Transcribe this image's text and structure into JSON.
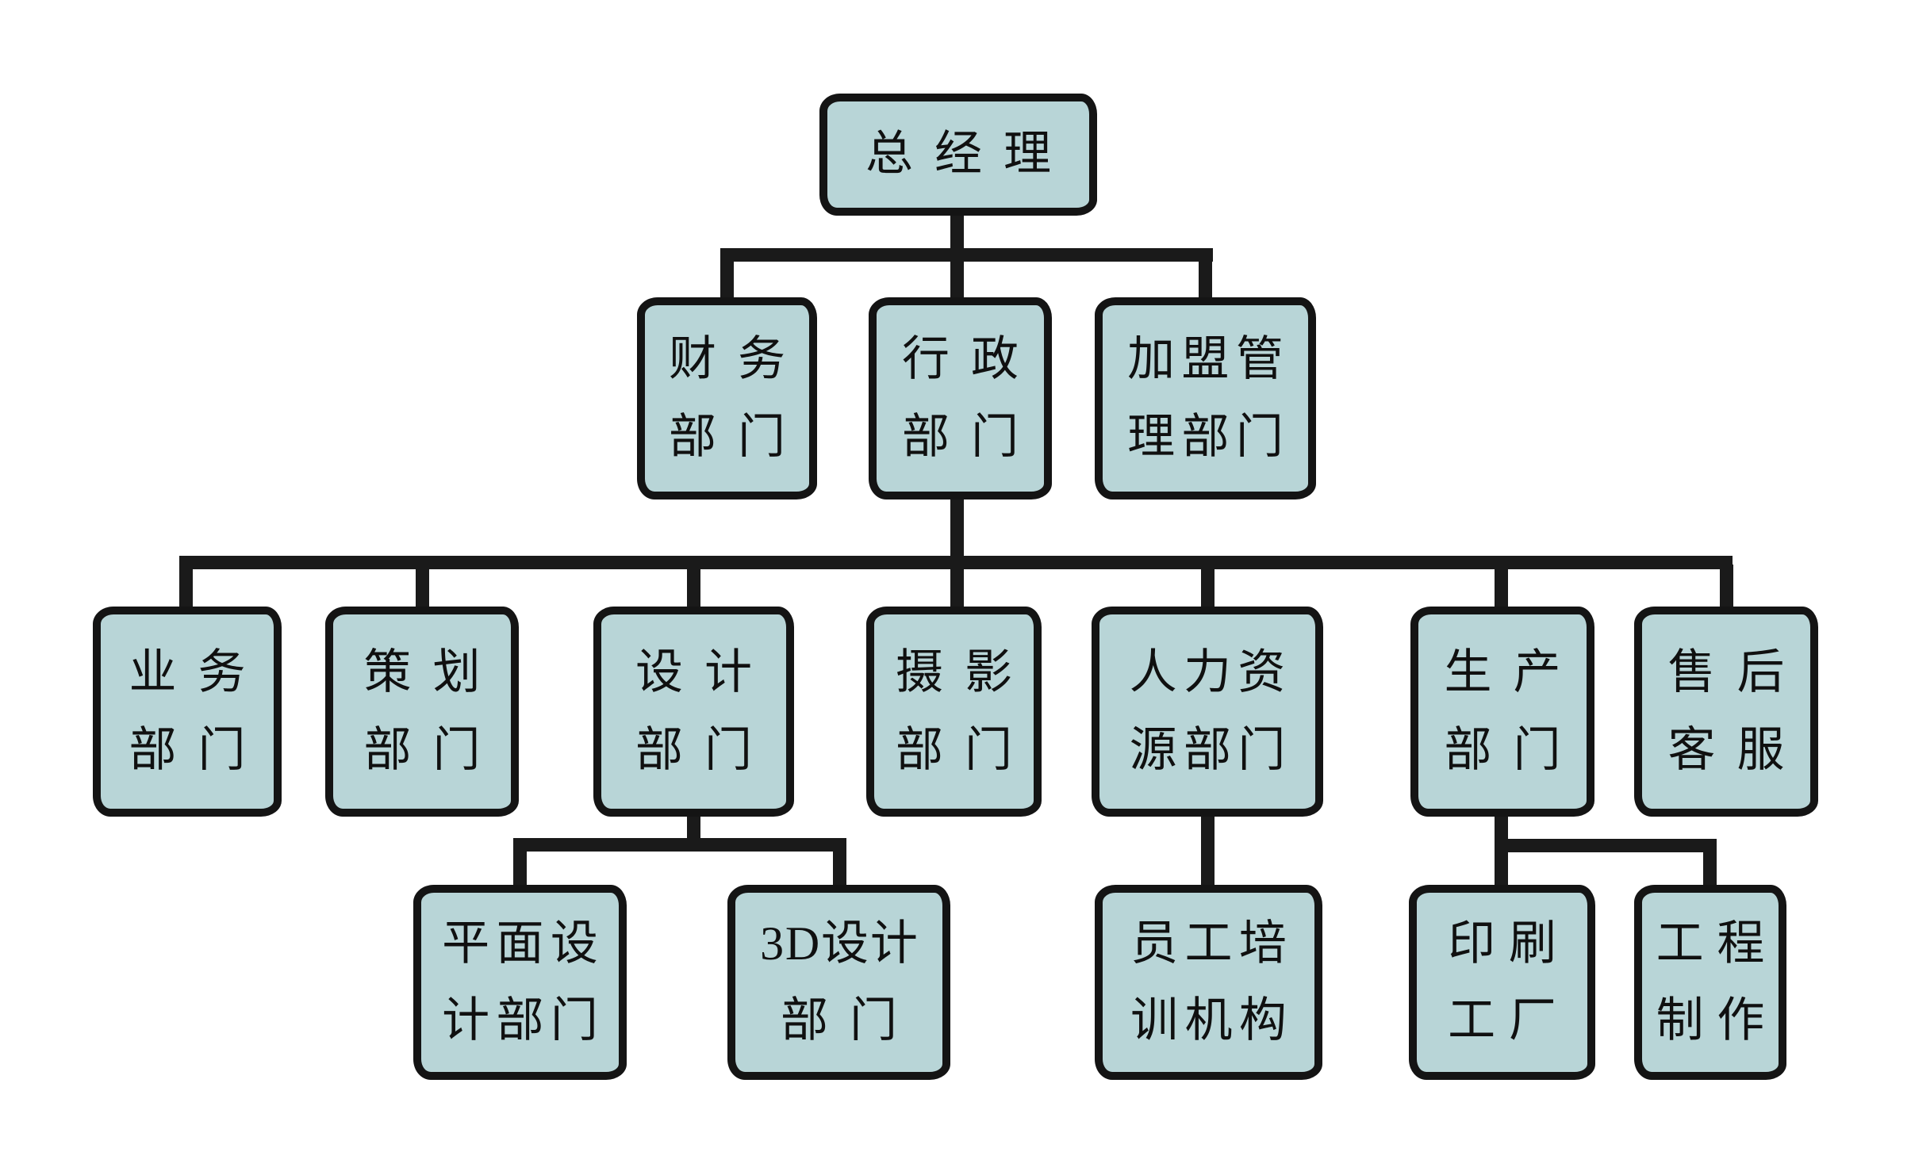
{
  "diagram": {
    "type": "org-chart",
    "language": "zh-CN",
    "colors": {
      "box_fill": "#b8d5d7",
      "box_border": "#141414",
      "connector_line": "#1a1a1a",
      "text": "#101010",
      "background": "#ffffff"
    },
    "nodes": {
      "general_manager": {
        "label": "总经理",
        "lines": [
          "总经理"
        ]
      },
      "finance": {
        "label": "财务部门",
        "lines": [
          "财务",
          "部门"
        ]
      },
      "admin": {
        "label": "行政部门",
        "lines": [
          "行政",
          "部门"
        ]
      },
      "franchise": {
        "label": "加盟管理部门",
        "lines": [
          "加盟管",
          "理部门"
        ]
      },
      "business": {
        "label": "业务部门",
        "lines": [
          "业务",
          "部门"
        ]
      },
      "planning": {
        "label": "策划部门",
        "lines": [
          "策划",
          "部门"
        ]
      },
      "design": {
        "label": "设计部门",
        "lines": [
          "设计",
          "部门"
        ]
      },
      "photography": {
        "label": "摄影部门",
        "lines": [
          "摄影",
          "部门"
        ]
      },
      "hr": {
        "label": "人力资源部门",
        "lines": [
          "人力资",
          "源部门"
        ]
      },
      "production": {
        "label": "生产部门",
        "lines": [
          "生产",
          "部门"
        ]
      },
      "after_sales": {
        "label": "售后客服",
        "lines": [
          "售后",
          "客服"
        ]
      },
      "graphic_design": {
        "label": "平面设计部门",
        "lines": [
          "平面设",
          "计部门"
        ]
      },
      "design_3d": {
        "label": "3D设计部门",
        "lines": [
          "3D设计",
          "部门"
        ]
      },
      "training": {
        "label": "员工培训机构",
        "lines": [
          "员工培",
          "训机构"
        ]
      },
      "printing": {
        "label": "印刷工厂",
        "lines": [
          "印刷",
          "工厂"
        ]
      },
      "engineering": {
        "label": "工程制作",
        "lines": [
          "工程",
          "制作"
        ]
      }
    },
    "edges": [
      [
        "general_manager",
        "finance"
      ],
      [
        "general_manager",
        "admin"
      ],
      [
        "general_manager",
        "franchise"
      ],
      [
        "admin",
        "business"
      ],
      [
        "admin",
        "planning"
      ],
      [
        "admin",
        "design"
      ],
      [
        "admin",
        "photography"
      ],
      [
        "admin",
        "hr"
      ],
      [
        "admin",
        "production"
      ],
      [
        "admin",
        "after_sales"
      ],
      [
        "design",
        "graphic_design"
      ],
      [
        "design",
        "design_3d"
      ],
      [
        "hr",
        "training"
      ],
      [
        "production",
        "printing"
      ],
      [
        "production",
        "engineering"
      ]
    ]
  }
}
